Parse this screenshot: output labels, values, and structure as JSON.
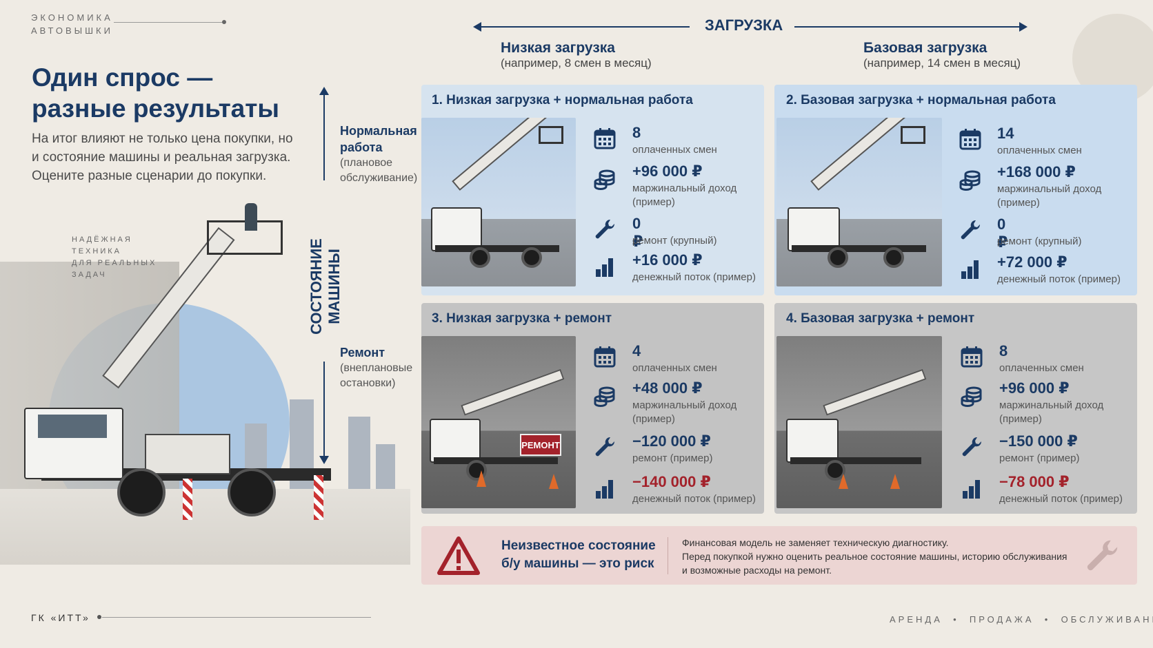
{
  "header": {
    "kicker_line1": "ЭКОНОМИКА",
    "kicker_line2": "АВТОВЫШКИ"
  },
  "left": {
    "title_line1": "Один спрос —",
    "title_line2": "разные результаты",
    "lead": "На итог влияют не только цена покупки, но и состояние машины и реальная загрузка. Оцените разные сценарии до покупки.",
    "slogan": [
      "НАДЁЖНАЯ",
      "ТЕХНИКА",
      "ДЛЯ РЕАЛЬНЫХ",
      "ЗАДАЧ"
    ]
  },
  "axes": {
    "horizontal": "ЗАГРУЗКА",
    "vertical": "СОСТОЯНИЕ МАШИНЫ"
  },
  "columns": [
    {
      "title": "Низкая загрузка",
      "sub": "(например, 8 смен в месяц)"
    },
    {
      "title": "Базовая загрузка",
      "sub": "(например, 14 смен в месяц)"
    }
  ],
  "rows": [
    {
      "title_line1": "Нормальная",
      "title_line2": "работа",
      "sub_line1": "(плановое",
      "sub_line2": "обслуживание)"
    },
    {
      "title_line1": "Ремонт",
      "sub_line1": "(внеплановые",
      "sub_line2": "остановки)"
    }
  ],
  "cards": [
    {
      "title": "1. Низкая загрузка + нормальная работа",
      "metrics": [
        {
          "icon": "calendar-icon",
          "value": "8",
          "label": "оплаченных смен"
        },
        {
          "icon": "coins-icon",
          "value": "+96 000 ₽",
          "label_line1": "маржинальный доход",
          "label_line2": "(пример)"
        },
        {
          "icon": "wrench-icon",
          "value": "0 ₽",
          "label": "ремонт (крупный)"
        },
        {
          "icon": "bar-chart-icon",
          "value": "+16 000 ₽",
          "label": "денежный поток (пример)"
        }
      ]
    },
    {
      "title": "2. Базовая загрузка + нормальная работа",
      "metrics": [
        {
          "icon": "calendar-icon",
          "value": "14",
          "label": "оплаченных смен"
        },
        {
          "icon": "coins-icon",
          "value": "+168 000 ₽",
          "label_line1": "маржинальный доход",
          "label_line2": "(пример)"
        },
        {
          "icon": "wrench-icon",
          "value": "0 ₽",
          "label": "ремонт (крупный)"
        },
        {
          "icon": "bar-chart-icon",
          "value": "+72 000 ₽",
          "label": "денежный поток (пример)"
        }
      ]
    },
    {
      "title": "3. Низкая загрузка + ремонт",
      "sign": "РЕМОНТ",
      "metrics": [
        {
          "icon": "calendar-icon",
          "value": "4",
          "label": "оплаченных смен"
        },
        {
          "icon": "coins-icon",
          "value": "+48 000 ₽",
          "label_line1": "маржинальный доход",
          "label_line2": "(пример)"
        },
        {
          "icon": "wrench-icon",
          "value": "−120 000 ₽",
          "label": "ремонт (пример)"
        },
        {
          "icon": "bar-chart-icon",
          "value": "−140 000 ₽",
          "label": "денежный поток (пример)"
        }
      ]
    },
    {
      "title": "4. Базовая загрузка + ремонт",
      "metrics": [
        {
          "icon": "calendar-icon",
          "value": "8",
          "label": "оплаченных смен"
        },
        {
          "icon": "coins-icon",
          "value": "+96 000 ₽",
          "label_line1": "маржинальный доход",
          "label_line2": "(пример)"
        },
        {
          "icon": "wrench-icon",
          "value": "−150 000 ₽",
          "label": "ремонт (пример)"
        },
        {
          "icon": "bar-chart-icon",
          "value": "−78 000 ₽",
          "label": "денежный поток (пример)"
        }
      ]
    }
  ],
  "risk": {
    "title_line1": "Неизвестное состояние",
    "title_line2": "б/у машины — это риск",
    "text_line1": "Финансовая модель не заменяет техническую диагностику.",
    "text_line2": "Перед покупкой нужно оценить реальное состояние машины, историю обслуживания",
    "text_line3": "и возможные расходы на ремонт."
  },
  "footer": {
    "company": "ГК «ИТТ»",
    "services": "АРЕНДА  •  ПРОДАЖА  •  ОБСЛУЖИВАНИЕ"
  },
  "colors": {
    "navy": "#1b3a64",
    "negative": "#a3222b",
    "card_blue": "#d6e3ef",
    "card_grey": "#c3c3c3",
    "risk_bg": "#ecd5d3"
  }
}
